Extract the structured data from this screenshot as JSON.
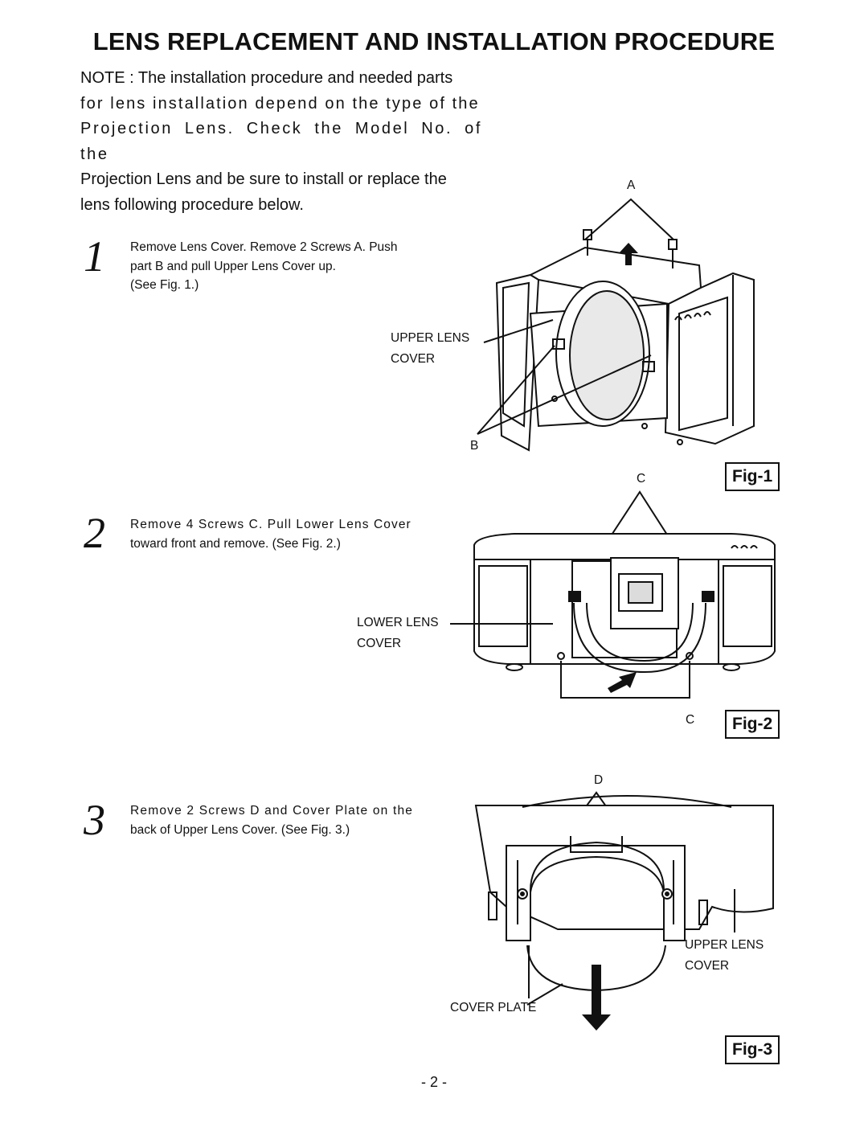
{
  "page": {
    "title": "LENS REPLACEMENT AND INSTALLATION PROCEDURE",
    "note_lines": [
      "NOTE : The installation procedure and needed parts",
      "for lens installation depend on the type of the",
      "Projection Lens. Check the Model No. of the",
      "Projection Lens and be sure to install or replace the",
      "lens following procedure below."
    ],
    "page_number": "- 2 -"
  },
  "steps": [
    {
      "number": "1",
      "lines": [
        "Remove Lens Cover. Remove 2 Screws A. Push",
        "part B and pull Upper Lens Cover up.",
        "(See Fig. 1.)"
      ],
      "figure": "Fig-1",
      "labels": {
        "screw_a": "A",
        "part_b": "B",
        "upper_lens_cover": [
          "UPPER LENS",
          "COVER"
        ]
      }
    },
    {
      "number": "2",
      "lines": [
        "Remove 4 Screws C. Pull Lower Lens Cover",
        "toward front and remove. (See Fig. 2.)"
      ],
      "figure": "Fig-2",
      "labels": {
        "screw_c_top": "C",
        "screw_c_bottom": "C",
        "lower_lens_cover": [
          "LOWER LENS",
          "COVER"
        ]
      }
    },
    {
      "number": "3",
      "lines": [
        "Remove 2 Screws D and Cover Plate on the",
        "back of Upper Lens Cover. (See Fig. 3.)"
      ],
      "figure": "Fig-3",
      "labels": {
        "screw_d": "D",
        "upper_lens_cover": [
          "UPPER LENS",
          "COVER"
        ],
        "cover_plate": "COVER PLATE"
      }
    }
  ]
}
